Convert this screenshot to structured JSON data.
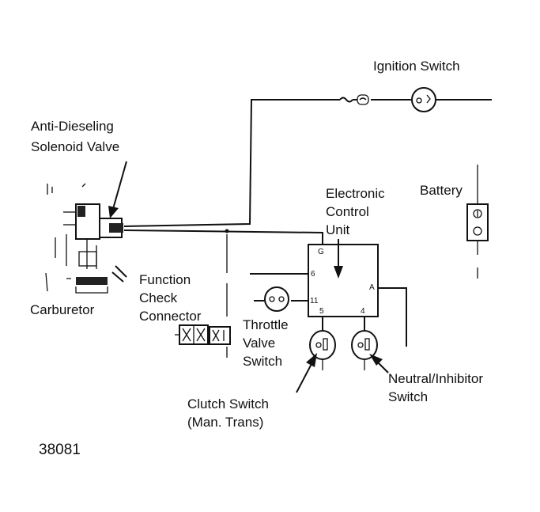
{
  "labels": {
    "ignition_switch": "Ignition Switch",
    "anti_dieseling_line1": "Anti-Dieseling",
    "anti_dieseling_line2": "Solenoid Valve",
    "ecu_line1": "Electronic",
    "ecu_line2": "Control",
    "ecu_line3": "Unit",
    "battery": "Battery",
    "function_check_line1": "Function",
    "function_check_line2": "Check",
    "function_check_line3": "Connector",
    "carburetor": "Carburetor",
    "throttle_line1": "Throttle",
    "throttle_line2": "Valve",
    "throttle_line3": "Switch",
    "clutch_line1": "Clutch Switch",
    "clutch_line2": "(Man. Trans)",
    "neutral_line1": "Neutral/Inhibitor",
    "neutral_line2": "Switch"
  },
  "ecu_pins": {
    "top": "G",
    "left_upper": "6",
    "left_lower": "11",
    "bottom_left": "5",
    "bottom_right": "4",
    "right": "A"
  },
  "figure_number": "38081"
}
